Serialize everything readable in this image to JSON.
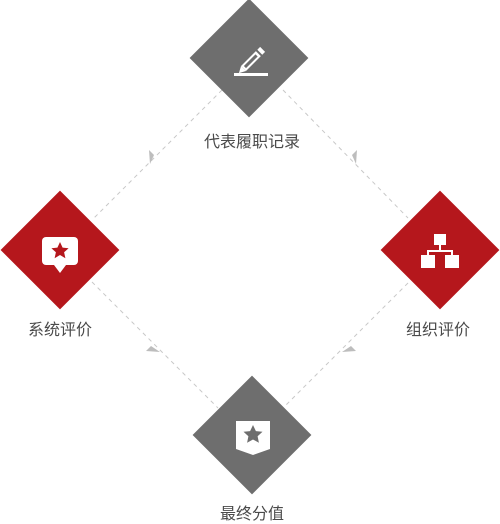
{
  "colors": {
    "gray": "#6e6e6e",
    "red": "#b5171c",
    "dash": "#c8c8c8",
    "arrow": "#bdbdbd",
    "icon": "#ffffff"
  },
  "nodes": {
    "top": {
      "label": "代表履职记录",
      "color": "gray",
      "icon": "pencil-icon"
    },
    "left": {
      "label": "系统评价",
      "color": "red",
      "icon": "star-speech-bubble-icon"
    },
    "right": {
      "label": "组织评价",
      "color": "red",
      "icon": "org-chart-icon"
    },
    "bottom": {
      "label": "最终分值",
      "color": "gray",
      "icon": "star-badge-icon"
    }
  }
}
